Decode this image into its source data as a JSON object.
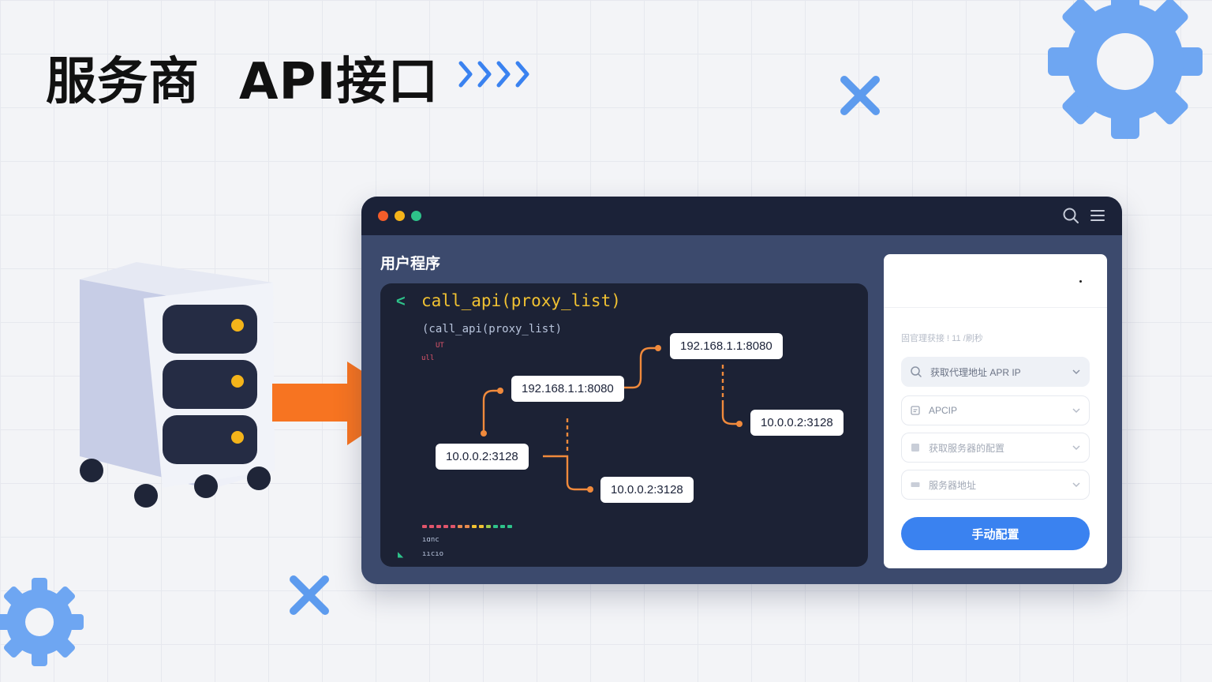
{
  "heading": {
    "part1": "服务商",
    "part2": "API接口"
  },
  "colors": {
    "accent_blue": "#3a82f0",
    "arrow_orange": "#f77421",
    "code_yellow": "#f1c232",
    "connector_orange": "#f08a3c",
    "gear_blue": "#6ea6f2"
  },
  "decorations": [
    "gear-icon",
    "x-icon",
    "chevrons-right-icon"
  ],
  "window": {
    "controls": [
      "close",
      "minimize",
      "maximize"
    ],
    "toolbar_icons": [
      "search-icon",
      "menu-icon"
    ]
  },
  "user_program": {
    "title": "用户程序",
    "code_main": "call_api(proxy_list)",
    "code_sub": "(call_api(proxy_list)",
    "tiny_1": "UT",
    "tiny_2": "ull",
    "tiny_3": "ıɑnc",
    "tiny_4": "ııcıo"
  },
  "addresses": [
    {
      "id": "a1",
      "text": "192.168.1.1:8080"
    },
    {
      "id": "a2",
      "text": "192.168.1.1:8080"
    },
    {
      "id": "a3",
      "text": "10.0.0.2:3128"
    },
    {
      "id": "a4",
      "text": "10.0.0.2:3128"
    },
    {
      "id": "a5",
      "text": "10.0.0.2:3128"
    }
  ],
  "settings": {
    "hint": "固官理获接 ! 11 /刷秒",
    "fields": [
      {
        "icon": "search-icon",
        "label": "获取代理地址 APR IP",
        "active": true
      },
      {
        "icon": "doc-icon",
        "label": "APCIP",
        "active": false
      },
      {
        "icon": "doc-icon",
        "label": "获取服务器的配置",
        "active": false
      },
      {
        "icon": "card-icon",
        "label": "服务器地址",
        "active": false
      }
    ],
    "button": "手动配置"
  }
}
